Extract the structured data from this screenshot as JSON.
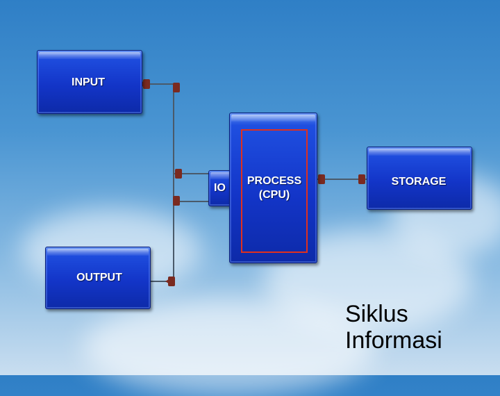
{
  "colors": {
    "box_blue": "#1335c8",
    "highlight_red": "#e0301e",
    "connector": "#7a2a20",
    "wire": "#4a5a6a"
  },
  "diagram": {
    "input_label": "INPUT",
    "output_label": "OUTPUT",
    "io_label": "IO",
    "process_line1": "PROCESS",
    "process_line2": "(CPU)",
    "storage_label": "STORAGE"
  },
  "title": {
    "line1": "Siklus",
    "line2": "Informasi"
  }
}
